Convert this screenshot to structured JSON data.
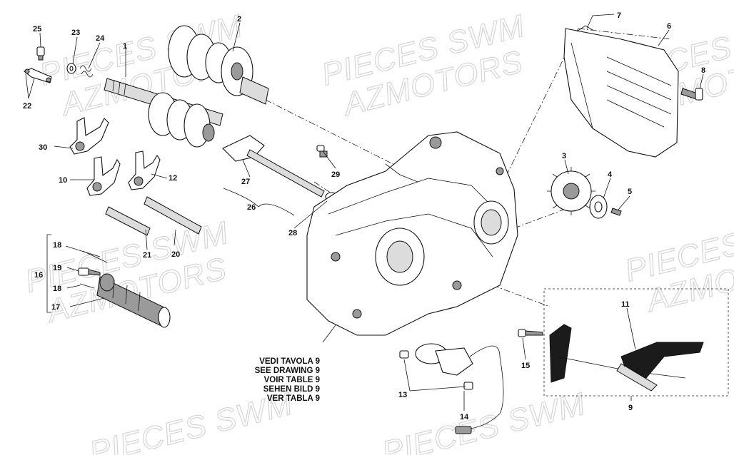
{
  "watermark": {
    "line1": "PIECES SWM",
    "line2": "AZMOTORS"
  },
  "callouts": [
    {
      "id": "c1",
      "text": "1"
    },
    {
      "id": "c2",
      "text": "2"
    },
    {
      "id": "c3",
      "text": "3"
    },
    {
      "id": "c4",
      "text": "4"
    },
    {
      "id": "c5",
      "text": "5"
    },
    {
      "id": "c6",
      "text": "6"
    },
    {
      "id": "c7",
      "text": "7"
    },
    {
      "id": "c8",
      "text": "8"
    },
    {
      "id": "c9",
      "text": "9"
    },
    {
      "id": "c10",
      "text": "10"
    },
    {
      "id": "c11",
      "text": "11"
    },
    {
      "id": "c12",
      "text": "12"
    },
    {
      "id": "c13",
      "text": "13"
    },
    {
      "id": "c14",
      "text": "14"
    },
    {
      "id": "c15",
      "text": "15"
    },
    {
      "id": "c16",
      "text": "16"
    },
    {
      "id": "c17",
      "text": "17"
    },
    {
      "id": "c18a",
      "text": "18"
    },
    {
      "id": "c18b",
      "text": "18"
    },
    {
      "id": "c19",
      "text": "19"
    },
    {
      "id": "c20",
      "text": "20"
    },
    {
      "id": "c21",
      "text": "21"
    },
    {
      "id": "c22",
      "text": "22"
    },
    {
      "id": "c23",
      "text": "23"
    },
    {
      "id": "c24",
      "text": "24"
    },
    {
      "id": "c25",
      "text": "25"
    },
    {
      "id": "c26",
      "text": "26"
    },
    {
      "id": "c27",
      "text": "27"
    },
    {
      "id": "c28",
      "text": "28"
    },
    {
      "id": "c29",
      "text": "29"
    },
    {
      "id": "c30",
      "text": "30"
    }
  ],
  "reference_note": [
    "VEDI TAVOLA 9",
    "SEE DRAWING 9",
    "VOIR TABLE 9",
    "SEHEN BILD 9",
    "VER TABLA 9"
  ]
}
